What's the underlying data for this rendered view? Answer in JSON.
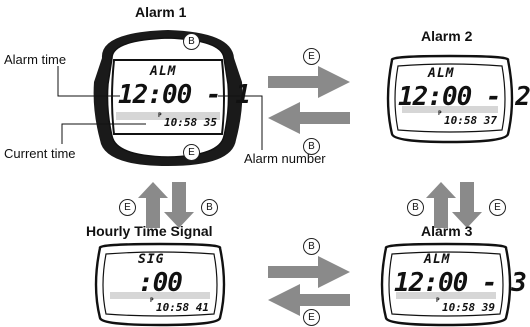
{
  "titles": {
    "alarm1": "Alarm 1",
    "alarm2": "Alarm 2",
    "alarm3": "Alarm 3",
    "hourly": "Hourly Time Signal"
  },
  "callouts": {
    "alarm_time": "Alarm time",
    "current_time": "Current time",
    "alarm_number": "Alarm number"
  },
  "buttons": {
    "b": "B",
    "e": "E"
  },
  "watches": {
    "alarm1": {
      "mode": "ALM",
      "main": "12:00 - 1",
      "p": "P",
      "sub": "10:58 35"
    },
    "alarm2": {
      "mode": "ALM",
      "main": "12:00 - 2",
      "p": "P",
      "sub": "10:58 37"
    },
    "alarm3": {
      "mode": "ALM",
      "main": "12:00 - 3",
      "p": "P",
      "sub": "10:58 39"
    },
    "hourly": {
      "mode": "SIG",
      "main": ":00",
      "p": "P",
      "sub": "10:58 41"
    }
  },
  "colors": {
    "arrow": "#8a8a8a",
    "line": "#111111",
    "shade": "#d6d6d6"
  }
}
